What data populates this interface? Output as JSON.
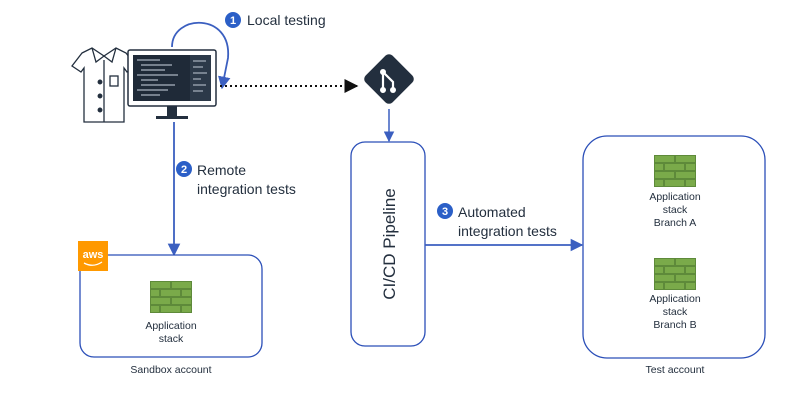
{
  "colors": {
    "arrow": "#3b5fc0",
    "box_border": "#2b4fb8",
    "step_badge": "#2b5fc7",
    "brick_dark": "#5e8a3a",
    "brick_light": "#7aaa4a",
    "aws_orange": "#ff9900",
    "text": "#232f3e"
  },
  "icons": {
    "developer": "developer-lab-coat-icon",
    "workstation": "monitor-code-editor-icon",
    "git": "git-icon",
    "application_stack": "brick-wall-icon",
    "aws": "aws-logo-icon"
  },
  "steps": [
    {
      "number": "1",
      "lines": [
        "Local testing"
      ]
    },
    {
      "number": "2",
      "lines": [
        "Remote",
        "integration tests"
      ]
    },
    {
      "number": "3",
      "lines": [
        "Automated",
        "integration tests"
      ]
    }
  ],
  "pipeline": {
    "label": "CI/CD Pipeline"
  },
  "aws_logo": {
    "text": "aws"
  },
  "sandbox": {
    "account_label": "Sandbox account",
    "stack_lines": [
      "Application",
      "stack"
    ]
  },
  "test": {
    "account_label": "Test account",
    "stacks": [
      {
        "lines": [
          "Application",
          "stack",
          "Branch A"
        ]
      },
      {
        "lines": [
          "Application",
          "stack",
          "Branch B"
        ]
      }
    ]
  }
}
